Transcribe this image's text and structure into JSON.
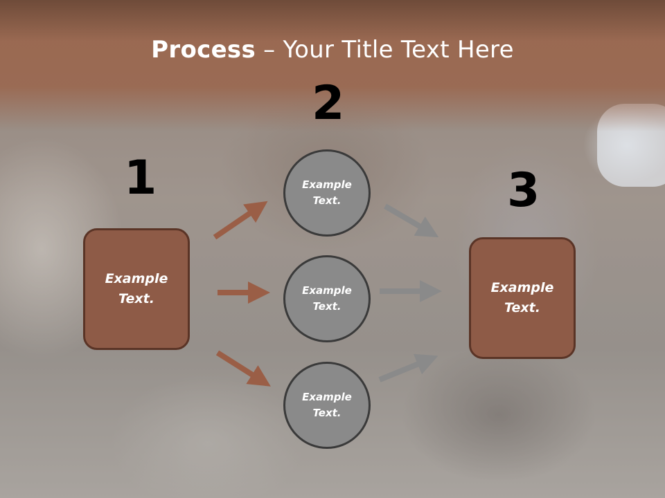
{
  "slide": {
    "title_bold": "Process",
    "title_rest": " – Your Title Text Here"
  },
  "steps": {
    "one": {
      "number": "1",
      "text": "Example\nText."
    },
    "two": {
      "number": "2"
    },
    "three": {
      "number": "3",
      "text": "Example\nText."
    }
  },
  "circles": [
    {
      "text": "Example\nText."
    },
    {
      "text": "Example\nText."
    },
    {
      "text": "Example\nText."
    }
  ],
  "colors": {
    "title_band": "#9a6850",
    "box_fill": "#8e5b47",
    "box_border": "#5a3426",
    "circle_fill": "#8a8a8a",
    "circle_border": "#3a3a3a",
    "arrow_brown": "#9a5e46",
    "arrow_gray": "#8a8a8a"
  }
}
